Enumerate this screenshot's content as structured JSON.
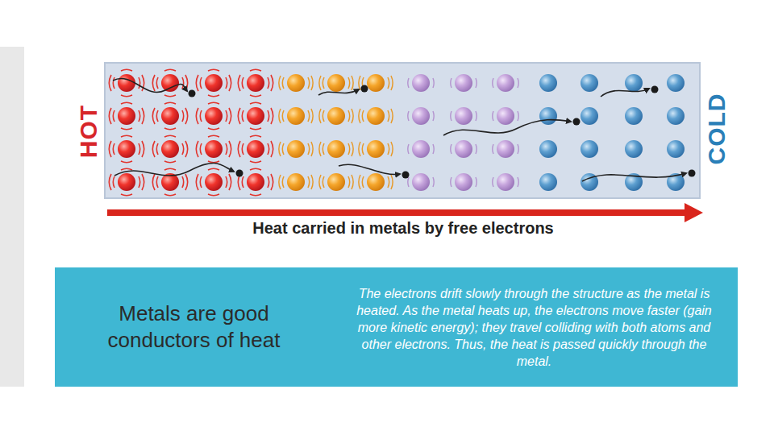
{
  "diagram": {
    "caption": "Heat carried in metals by free electrons",
    "nodes": [
      {
        "text": [
          "Metals are good conductors of heat",
          "The electrons drift slowly through the structure as the metal is heated. As the metal heats up, the electrons move faster (gain more kinetic energy); they travel colliding with both atoms and other electrons. Thus, the heat is passed quickly through the metal."
        ]
      }
    ],
    "labels": [
      "HOT",
      "COLD"
    ]
  }
}
